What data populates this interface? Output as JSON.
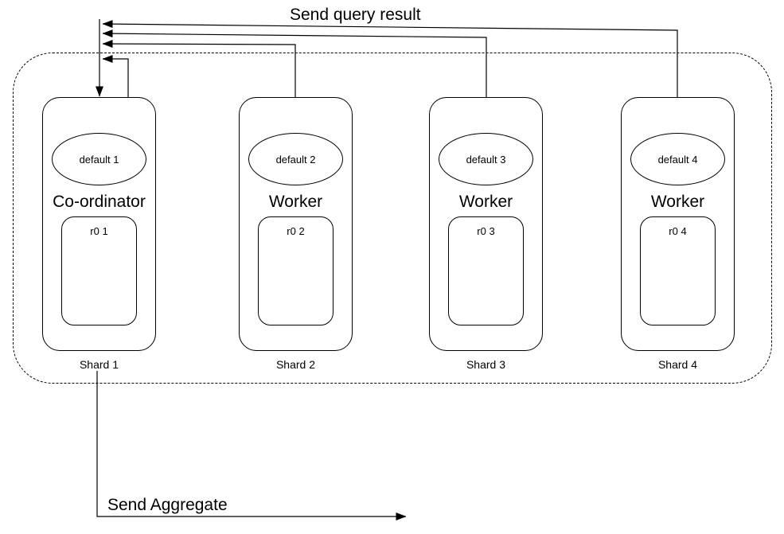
{
  "labels": {
    "top_arrow": "Send query result",
    "bottom_arrow": "Send Aggregate"
  },
  "shards": [
    {
      "ellipse": "default 1",
      "role": "Co-ordinator",
      "inner": "r0 1",
      "caption": "Shard 1"
    },
    {
      "ellipse": "default 2",
      "role": "Worker",
      "inner": "r0 2",
      "caption": "Shard 2"
    },
    {
      "ellipse": "default 3",
      "role": "Worker",
      "inner": "r0 3",
      "caption": "Shard 3"
    },
    {
      "ellipse": "default 4",
      "role": "Worker",
      "inner": "r0 4",
      "caption": "Shard 4"
    }
  ],
  "colors": {
    "stroke": "#000000",
    "background": "#ffffff",
    "text": "#000000"
  }
}
